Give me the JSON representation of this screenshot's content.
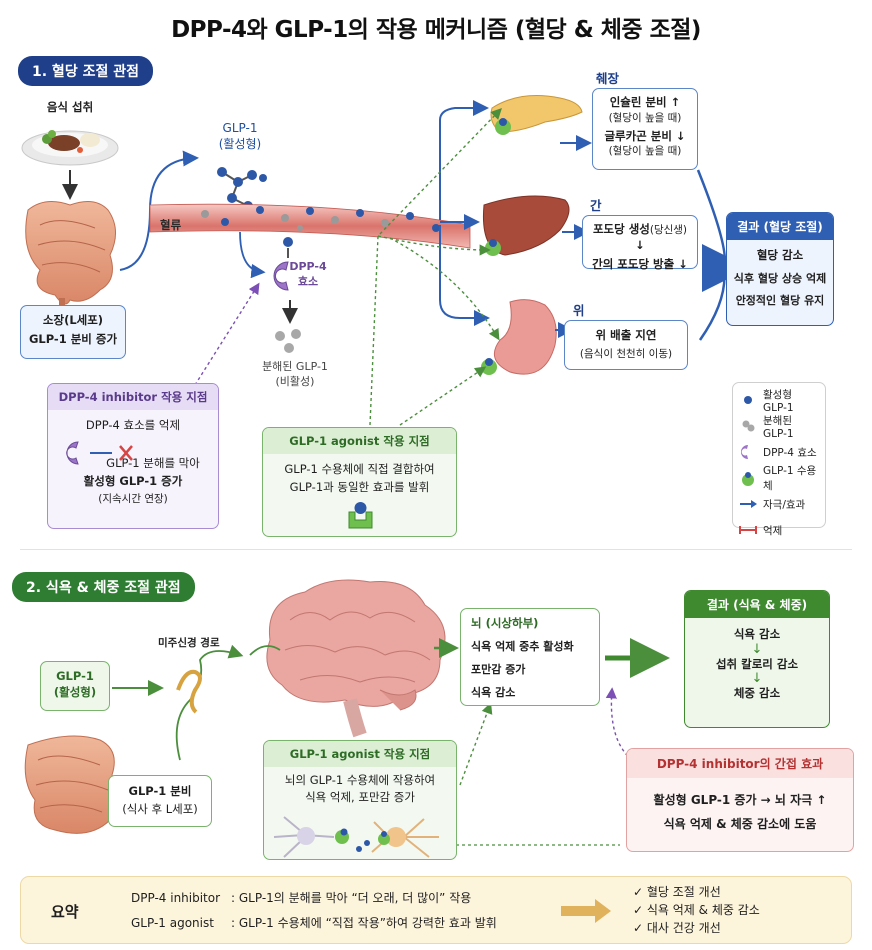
{
  "title": "DPP-4와 GLP-1의 작용 메커니즘 (혈당 & 체중 조절)",
  "section1": {
    "title": "1. 혈당 조절 관점",
    "food": "음식 섭취",
    "glp1_active": "GLP-1\n(활성형)",
    "blood": "혈류",
    "dpp4": "DPP-4\n효소",
    "degraded": "분해된 GLP-1\n(비활성)",
    "small_intestine": {
      "line1": "소장(L세포)",
      "line2": "GLP-1 분비 증가"
    },
    "pancreas": {
      "label": "췌장",
      "insulin": "인슐린 분비 ↑",
      "insulin_note": "(혈당이 높을 때)",
      "glucagon": "글루카곤 분비 ↓",
      "glucagon_note": "(혈당이 높을 때)"
    },
    "liver": {
      "label": "간",
      "gluconeo": "포도당 생성",
      "gluconeo_note": "(당신생)",
      "gluconeo_arrow": "↓",
      "release": "간의 포도당 방출 ↓"
    },
    "stomach": {
      "label": "위",
      "line1": "위 배출 지연",
      "line2": "(음식이 천천히 이동)"
    },
    "result": {
      "header": "결과 (혈당 조절)",
      "items": [
        "혈당 감소",
        "식후 혈당 상승 억제",
        "안정적인 혈당 유지"
      ]
    },
    "dpp4_inhibitor": {
      "header": "DPP-4 inhibitor 작용 지점",
      "line1": "DPP-4 효소를 억제",
      "line2": "GLP-1 분해를 막아",
      "line3": "활성형 GLP-1 증가",
      "line4": "(지속시간 연장)"
    },
    "glp1_agonist": {
      "header": "GLP-1 agonist 작용 지점",
      "line1": "GLP-1 수용체에 직접 결합하여",
      "line2": "GLP-1과 동일한 효과를 발휘"
    },
    "legend": [
      {
        "icon": "active-glp1-icon",
        "label": "활성형 GLP-1"
      },
      {
        "icon": "degraded-glp1-icon",
        "label": "분해된 GLP-1"
      },
      {
        "icon": "dpp4-enzyme-icon",
        "label": "DPP-4 효소"
      },
      {
        "icon": "glp1-receptor-icon",
        "label": "GLP-1 수용체"
      },
      {
        "icon": "stimulate-arrow-icon",
        "label": "자극/효과"
      },
      {
        "icon": "inhibit-line-icon",
        "label": "억제"
      }
    ]
  },
  "section2": {
    "title": "2. 식욕 & 체중 조절 관점",
    "glp1_active": {
      "line1": "GLP-1",
      "line2": "(활성형)"
    },
    "vagus": "미주신경 경로",
    "secretion": {
      "line1": "GLP-1 분비",
      "line2": "(식사 후 L세포)"
    },
    "hypothalamus": {
      "header": "뇌 (시상하부)",
      "items": [
        "식욕 억제 중추 활성화",
        "포만감 증가",
        "식욕 감소"
      ]
    },
    "result": {
      "header": "결과 (식욕 & 체중)",
      "items": [
        "식욕 감소",
        "섭취 칼로리 감소",
        "체중 감소"
      ]
    },
    "agonist": {
      "header": "GLP-1 agonist 작용 지점",
      "line1": "뇌의 GLP-1 수용체에 작용하여",
      "line2": "식욕 억제, 포만감 증가"
    },
    "dpp4_indirect": {
      "header": "DPP-4 inhibitor의 간접 효과",
      "line1": "활성형 GLP-1 증가 → 뇌 자극 ↑",
      "line2": "식욕 억제 & 체중 감소에 도움"
    }
  },
  "summary": {
    "label": "요약",
    "row1_name": "DPP-4 inhibitor",
    "row1_text": ":  GLP-1의 분해를 막아 “더 오래, 더 많이” 작용",
    "row2_name": "GLP-1 agonist",
    "row2_text": ":  GLP-1 수용체에 “직접 작용”하여 강력한 효과 발휘",
    "checks": [
      "혈당 조절 개선",
      "식욕 억제 & 체중 감소",
      "대사 건강 개선"
    ]
  },
  "colors": {
    "navy": "#1f3f8a",
    "green": "#2e7d32",
    "blue_arrow": "#2f5fb3",
    "purple": "#7b4fb5",
    "red": "#d64545",
    "summary_bg": "#fdf4dc"
  }
}
